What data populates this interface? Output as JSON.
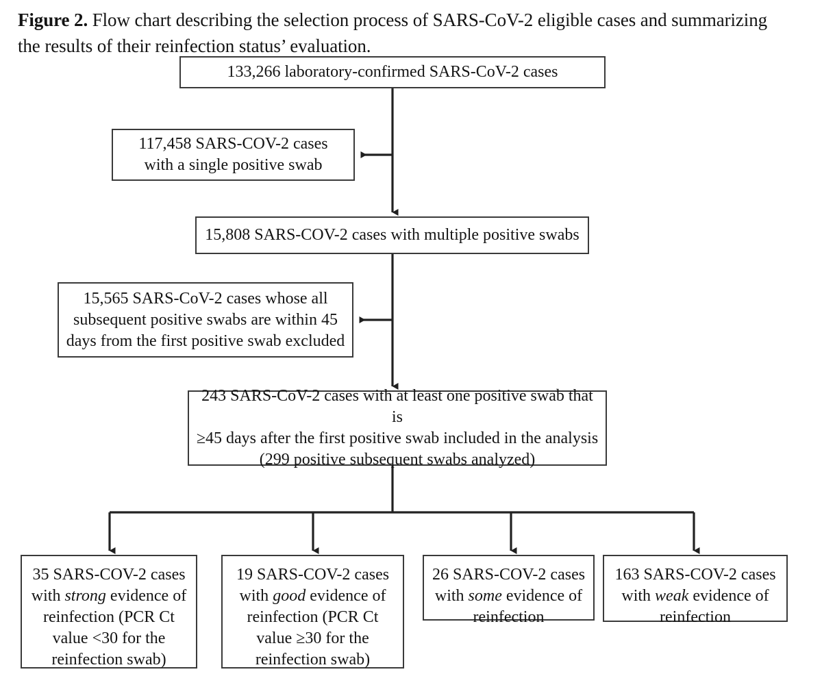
{
  "figure": {
    "label": "Figure 2.",
    "caption": " Flow chart describing the selection process of SARS-CoV-2 eligible cases and summarizing the results of their reinfection status’ evaluation.",
    "caption_full": "Figure 2. Flow chart describing the selection process of SARS-CoV-2 eligible cases and summarizing the results of their reinfection status’ evaluation."
  },
  "chart_data": {
    "type": "diagram",
    "diagram_type": "flowchart",
    "title": "Flow chart describing the selection process of SARS-CoV-2 eligible cases and summarizing the results of their reinfection status’ evaluation.",
    "orientation": "top-down with side exclusion branches and a 4-way terminal split",
    "nodes": [
      {
        "id": "total",
        "text": "133,266 laboratory-confirmed SARS-CoV-2 cases",
        "count": 133266,
        "role": "root"
      },
      {
        "id": "single",
        "text": "117,458 SARS-COV-2 cases\nwith a single positive swab",
        "count": 117458,
        "role": "excluded-branch"
      },
      {
        "id": "multiple",
        "text": "15,808 SARS-COV-2 cases with multiple positive swabs",
        "count": 15808,
        "role": "main"
      },
      {
        "id": "excluded",
        "text": "15,565 SARS-CoV-2 cases whose all\nsubsequent positive swabs are within 45\ndays from the first positive swab excluded",
        "count": 15565,
        "role": "excluded-branch"
      },
      {
        "id": "included",
        "text": "243 SARS-CoV-2 cases with at least one positive swab that is\n≥45 days after the first positive swab included in the analysis\n(299 positive subsequent swabs analyzed)",
        "count": 243,
        "swabs_analyzed": 299,
        "role": "main"
      },
      {
        "id": "strong",
        "count": 35,
        "evidence": "strong",
        "role": "outcome",
        "segments": [
          {
            "text": "35 SARS-COV-2 cases\nwith ",
            "italic": false
          },
          {
            "text": "strong",
            "italic": true
          },
          {
            "text": " evidence of\nreinfection (PCR Ct\nvalue <30 for the\nreinfection swab)",
            "italic": false
          }
        ]
      },
      {
        "id": "good",
        "count": 19,
        "evidence": "good",
        "role": "outcome",
        "segments": [
          {
            "text": "19 SARS-COV-2 cases\nwith ",
            "italic": false
          },
          {
            "text": "good",
            "italic": true
          },
          {
            "text": " evidence of\nreinfection (PCR Ct\nvalue ≥30 for the\nreinfection swab)",
            "italic": false
          }
        ]
      },
      {
        "id": "some",
        "count": 26,
        "evidence": "some",
        "role": "outcome",
        "segments": [
          {
            "text": "26 SARS-COV-2 cases\nwith ",
            "italic": false
          },
          {
            "text": "some",
            "italic": true
          },
          {
            "text": " evidence of\nreinfection",
            "italic": false
          }
        ]
      },
      {
        "id": "weak",
        "count": 163,
        "evidence": "weak",
        "role": "outcome",
        "segments": [
          {
            "text": "163 SARS-COV-2 cases\nwith ",
            "italic": false
          },
          {
            "text": "weak",
            "italic": true
          },
          {
            "text": " evidence of\nreinfection",
            "italic": false
          }
        ]
      }
    ],
    "edges": [
      {
        "from": "total",
        "to": "single",
        "style": "side-arrow-left"
      },
      {
        "from": "total",
        "to": "multiple",
        "style": "down-arrow"
      },
      {
        "from": "multiple",
        "to": "excluded",
        "style": "side-arrow-left"
      },
      {
        "from": "multiple",
        "to": "included",
        "style": "down-arrow"
      },
      {
        "from": "included",
        "to": "strong",
        "style": "split-down-arrow"
      },
      {
        "from": "included",
        "to": "good",
        "style": "split-down-arrow"
      },
      {
        "from": "included",
        "to": "some",
        "style": "split-down-arrow"
      },
      {
        "from": "included",
        "to": "weak",
        "style": "split-down-arrow"
      }
    ],
    "colors": {
      "box_border": "#3a3a3a",
      "box_fill": "#ffffff",
      "line": "#222222",
      "text": "#141414",
      "background": "#ffffff"
    }
  }
}
